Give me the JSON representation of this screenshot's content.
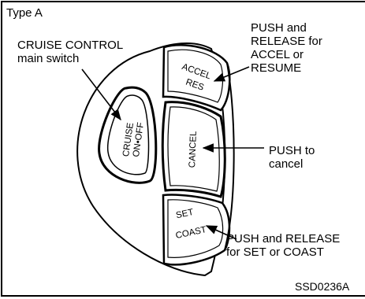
{
  "type_label": "Type A",
  "callouts": {
    "cruise_control": [
      "CRUISE CONTROL",
      "main switch"
    ],
    "accel_res": [
      "PUSH and",
      "RELEASE for",
      "ACCEL or",
      "RESUME"
    ],
    "cancel": [
      "PUSH to",
      "cancel"
    ],
    "set_coast": [
      "PUSH and RELEASE",
      "for SET or COAST"
    ]
  },
  "buttons": {
    "cruise": [
      "CRUISE",
      "ON•OFF"
    ],
    "accel": [
      "ACCEL",
      "RES"
    ],
    "cancel": "CANCEL",
    "set": [
      "SET",
      "COAST"
    ]
  },
  "image_code": "SSD0236A"
}
